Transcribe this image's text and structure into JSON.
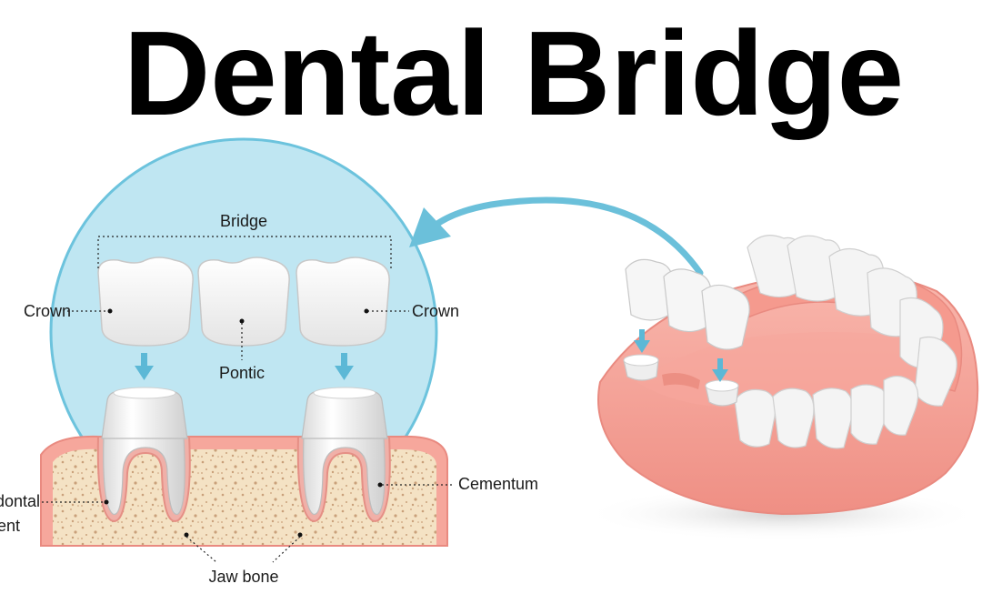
{
  "title": "Dental Bridge",
  "labels": {
    "bridge": "Bridge",
    "crown_left": "Crown",
    "crown_right": "Crown",
    "pontic": "Pontic",
    "cementum": "Cementum",
    "periodontal_line1": "Periodontal",
    "periodontal_line2": "ligament",
    "jaw_bone": "Jaw bone"
  },
  "colors": {
    "circle_fill": "#bfe6f2",
    "circle_stroke": "#6cc3dd",
    "arrow": "#6bc0da",
    "gum": "#f6a79c",
    "bone": "#f4e2c4",
    "tooth": "#f2f2f2"
  }
}
